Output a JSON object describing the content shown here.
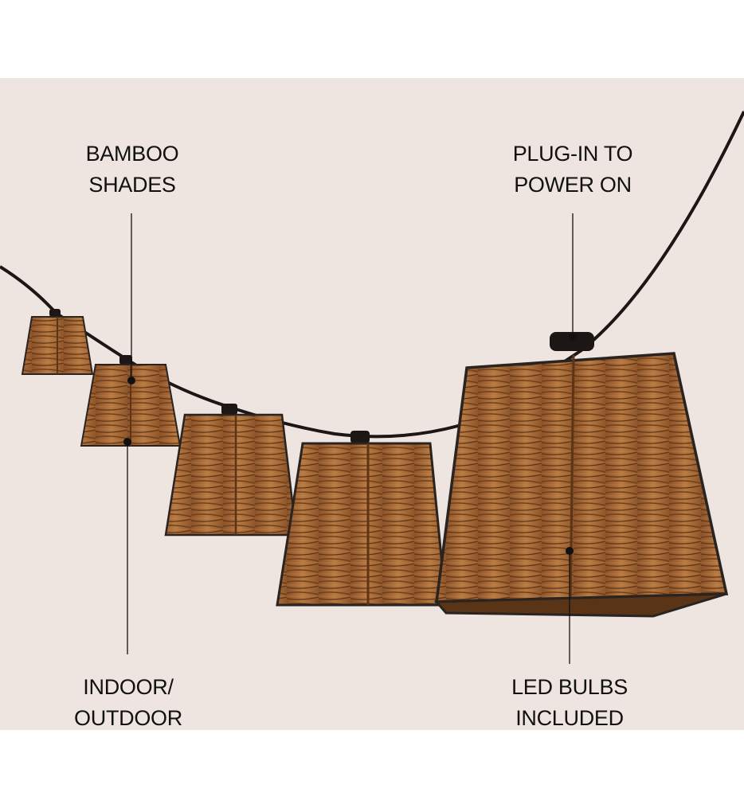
{
  "colors": {
    "background_band": "#efe5e0",
    "page": "#ffffff",
    "text": "#111111",
    "cord": "#1c1714",
    "wicker_light": "#b87a43",
    "wicker_mid": "#9a5e2e",
    "wicker_dark": "#6e3f1c",
    "frame": "#2a2420"
  },
  "callouts": {
    "bamboo_shades": {
      "line1": "BAMBOO",
      "line2": "SHADES"
    },
    "plug_in": {
      "line1": "PLUG-IN TO",
      "line2": "POWER ON"
    },
    "indoor_outdoor": {
      "line1": "INDOOR/",
      "line2": "OUTDOOR"
    },
    "led_bulbs": {
      "line1": "LED BULBS",
      "line2": "INCLUDED"
    }
  },
  "product": {
    "lantern_count": 5,
    "icon": "wicker-lantern-icon"
  }
}
